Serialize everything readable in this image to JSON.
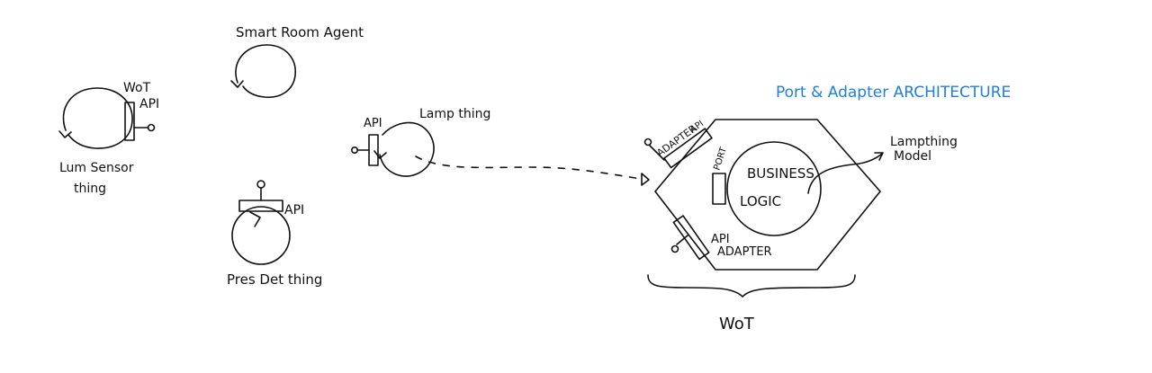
{
  "labels": {
    "smart_room_agent": "Smart Room Agent",
    "lum_wot": "WoT",
    "lum_api": "API",
    "lum_sensor_line1": "Lum Sensor",
    "lum_sensor_line2": "thing",
    "lamp_api": "API",
    "lamp_thing": "Lamp thing",
    "pres_api": "API",
    "pres_det_thing": "Pres Det thing",
    "architecture_title": "Port & Adapter ARCHITECTURE",
    "top_adapter": "ADAPTER",
    "top_api": "API",
    "port": "PORT",
    "business": "BUSINESS",
    "logic": "LOGIC",
    "model_line1": "Lampthing",
    "model_line2": "Model",
    "bottom_api": "API",
    "bottom_adapter": "ADAPTER",
    "brace_label": "WoT"
  },
  "colors": {
    "ink": "#111111",
    "accent": "#1f7fd6",
    "background": "#ffffff"
  }
}
